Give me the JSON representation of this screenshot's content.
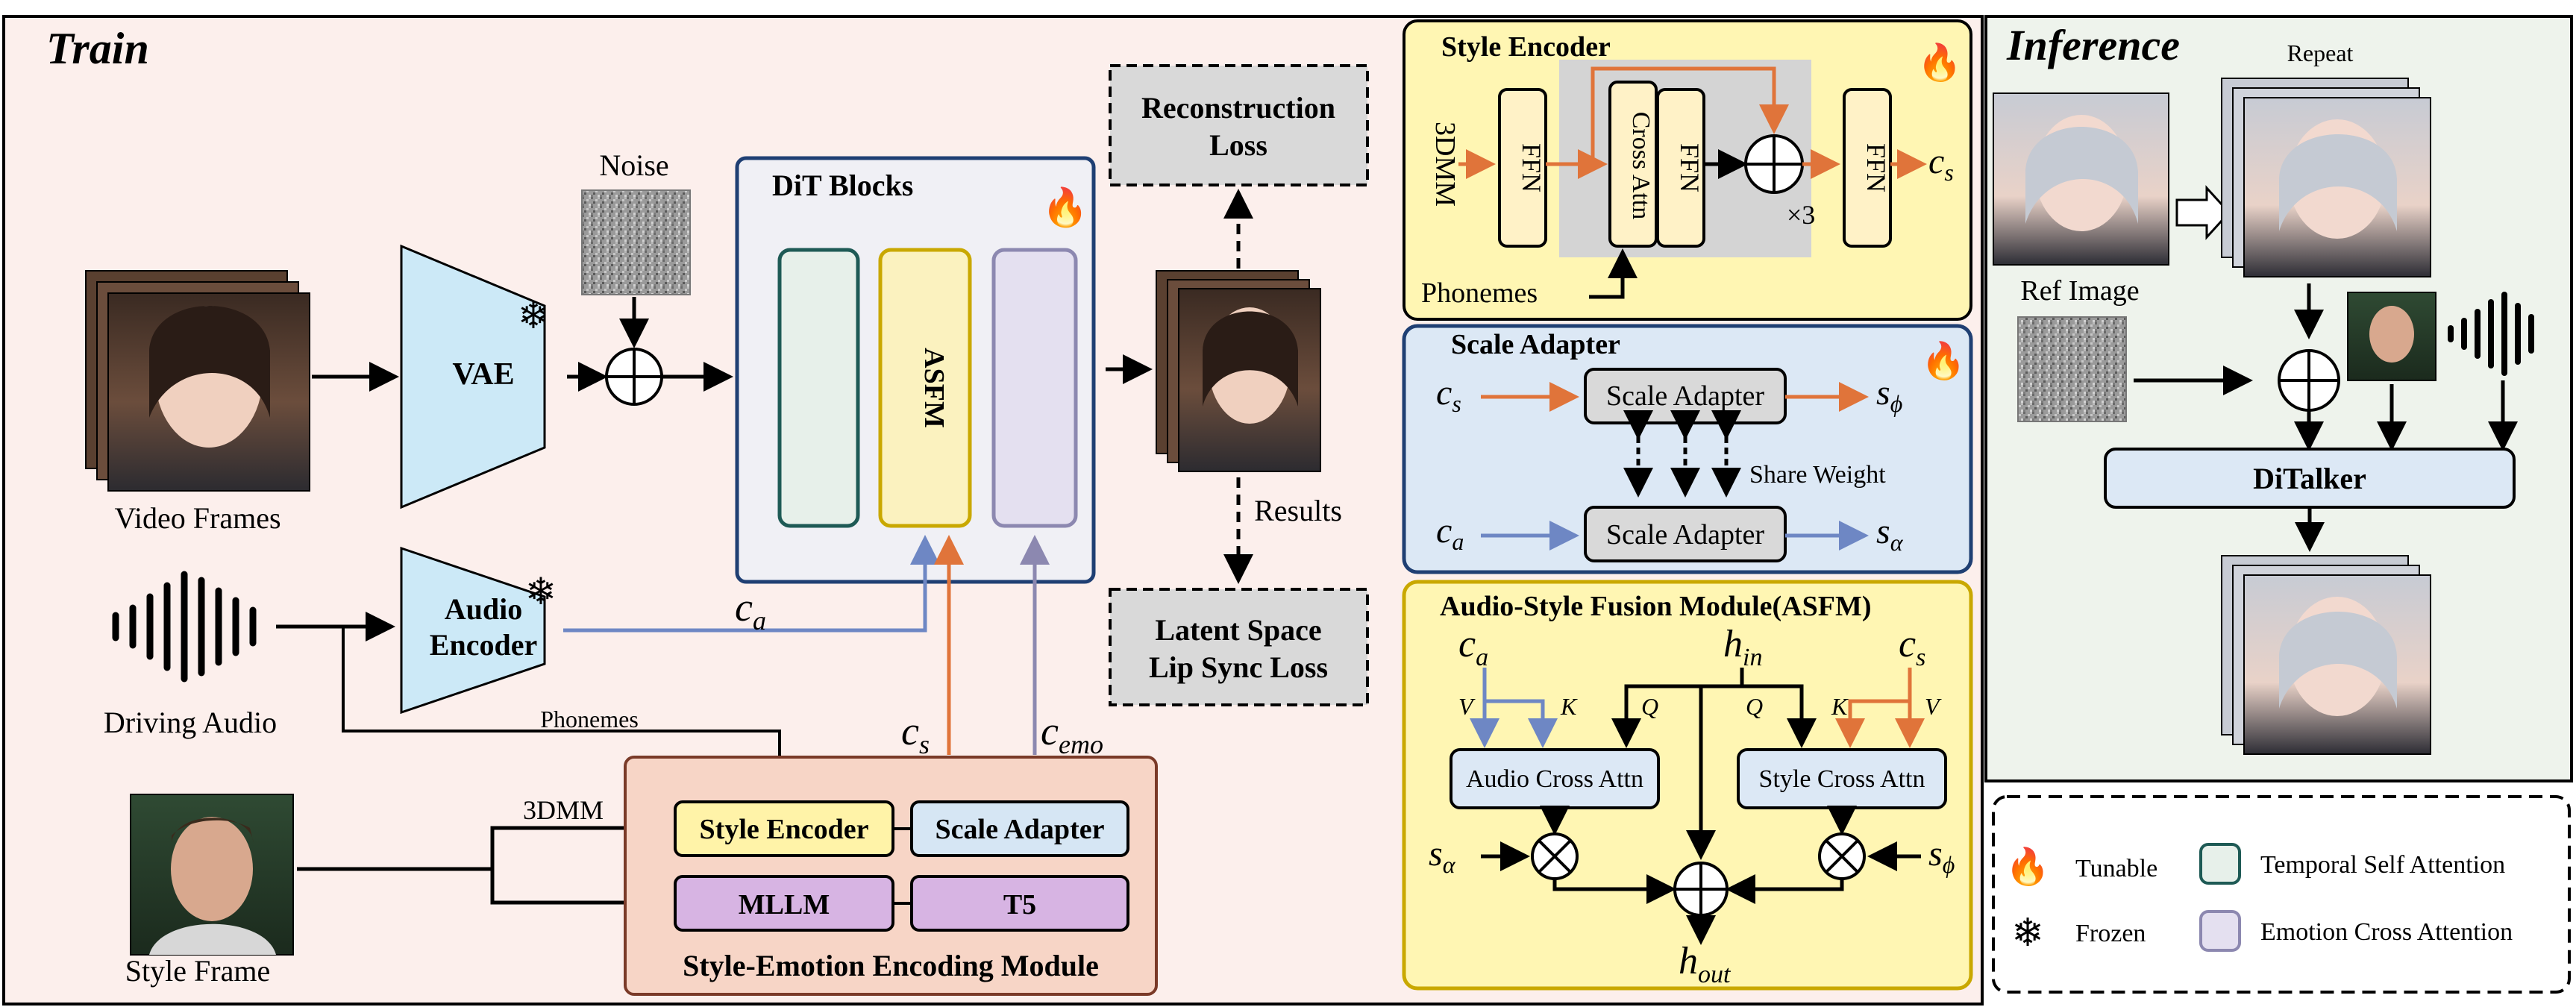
{
  "panels": {
    "train": "Train",
    "inference": "Inference"
  },
  "train": {
    "video_frames": "Video Frames",
    "vae": "VAE",
    "noise": "Noise",
    "dit_blocks": "DiT Blocks",
    "asfm_block": "ASFM",
    "results": "Results",
    "reconstruction_loss": [
      "Reconstruction",
      "Loss"
    ],
    "lipsync_loss": [
      "Latent Space",
      "Lip Sync Loss"
    ],
    "driving_audio": "Driving Audio",
    "audio_encoder": [
      "Audio",
      "Encoder"
    ],
    "phonemes": "Phonemes",
    "style_frame": "Style Frame",
    "threedmm": "3DMM",
    "style_encoder": "Style Encoder",
    "scale_adapter": "Scale Adapter",
    "mllm": "MLLM",
    "t5": "T5",
    "module_title": "Style-Emotion Encoding Module",
    "c_a": "c",
    "c_a_sub": "a",
    "c_s": "c",
    "c_s_sub": "s",
    "c_emo": "c",
    "c_emo_sub": "emo"
  },
  "style_encoder_panel": {
    "title": "Style Encoder",
    "input_3dmm": "3DMM",
    "ffn": "FFN",
    "cross_attn": "Cross Attn",
    "repeat": "×3",
    "phonemes": "Phonemes",
    "out_c": "c",
    "out_sub": "s"
  },
  "scale_adapter_panel": {
    "title": "Scale Adapter",
    "box": "Scale Adapter",
    "share_weight": "Share Weight",
    "in_top": "c",
    "in_top_sub": "s",
    "out_top": "s",
    "out_top_sub": "ϕ",
    "in_bottom": "c",
    "in_bottom_sub": "a",
    "out_bottom": "s",
    "out_bottom_sub": "α"
  },
  "asfm_panel": {
    "title": "Audio-Style Fusion Module(ASFM)",
    "audio_cross_attn": "Audio Cross Attn",
    "style_cross_attn": "Style Cross Attn",
    "h_in": "h",
    "h_in_sub": "in",
    "h_out": "h",
    "h_out_sub": "out",
    "c_a": "c",
    "c_a_sub": "a",
    "c_s": "c",
    "c_s_sub": "s",
    "V": "V",
    "K": "K",
    "Q": "Q",
    "s_alpha": "s",
    "s_alpha_sub": "α",
    "s_phi": "s",
    "s_phi_sub": "ϕ"
  },
  "inference": {
    "repeat": "Repeat",
    "ref_image": "Ref Image",
    "ditalker": "DiTalker"
  },
  "legend": {
    "tunable": "Tunable",
    "frozen": "Frozen",
    "temporal": "Temporal Self Attention",
    "emotion": "Emotion Cross Attention"
  },
  "colors": {
    "train_bg": "#fcefec",
    "inference_bg": "#eef3ec",
    "dit_bg": "#f0f0f5",
    "dit_border": "#1f3f73",
    "vae_fill": "#cce9f7",
    "gray_box": "#d9d9d9",
    "yellow_panel": "#fff6b3",
    "yellow_panel_border": "#c9a800",
    "blue_panel": "#dce8f5",
    "blue_panel_border": "#1f3f73",
    "ffn_fill": "#fff2c7",
    "ffn_border": "#8a6d10",
    "orange_arrow": "#e0743a",
    "blue_arrow": "#6e87c4",
    "purple_arrow": "#8c88b0",
    "module_bg": "#f7d5c6",
    "module_border": "#7a3a28",
    "style_enc_fill": "#fff3a8",
    "scale_fill": "#d6e6f4",
    "purple_fill": "#d7b4e3",
    "temporal_border": "#1e5a55",
    "temporal_fill": "#e7f0ea",
    "asfm_fill": "#fbf2bf",
    "asfm_border": "#c9a800",
    "emo_fill": "#e4e0f0",
    "emo_border": "#8c88b0",
    "ditalker_fill": "#dce8f5"
  },
  "icons": {
    "fire": "fire-icon",
    "snow": "snowflake-icon"
  }
}
